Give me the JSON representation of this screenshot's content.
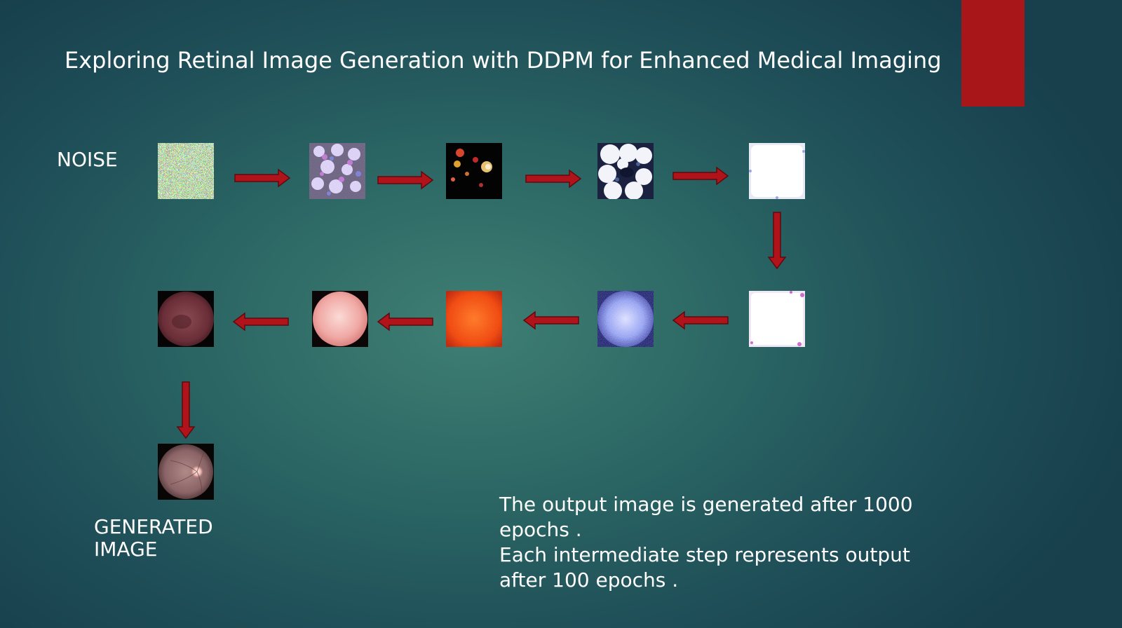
{
  "slide": {
    "title": "Exploring Retinal Image Generation with DDPM for Enhanced Medical Imaging",
    "accent_color": "#a8161a",
    "arrow_color": "#b0141a"
  },
  "labels": {
    "noise": "NOISE",
    "generated_line1": "GENERATED",
    "generated_line2": "IMAGE"
  },
  "note": {
    "line1": "The output image is generated after 1000",
    "line2": "epochs .",
    "line3": "Each intermediate step represents output",
    "line4": "after 100 epochs ."
  },
  "steps": [
    {
      "id": 1,
      "style": "rgb-noise"
    },
    {
      "id": 2,
      "style": "colored-blobs"
    },
    {
      "id": 3,
      "style": "dark-speckle"
    },
    {
      "id": 4,
      "style": "white-cloud"
    },
    {
      "id": 5,
      "style": "white-fill"
    },
    {
      "id": 6,
      "style": "white-fill-pink-edge"
    },
    {
      "id": 7,
      "style": "blue-disc"
    },
    {
      "id": 8,
      "style": "orange-red"
    },
    {
      "id": 9,
      "style": "pink-disc"
    },
    {
      "id": 10,
      "style": "dark-red-disc"
    },
    {
      "id": 11,
      "style": "retina-fundus"
    }
  ]
}
